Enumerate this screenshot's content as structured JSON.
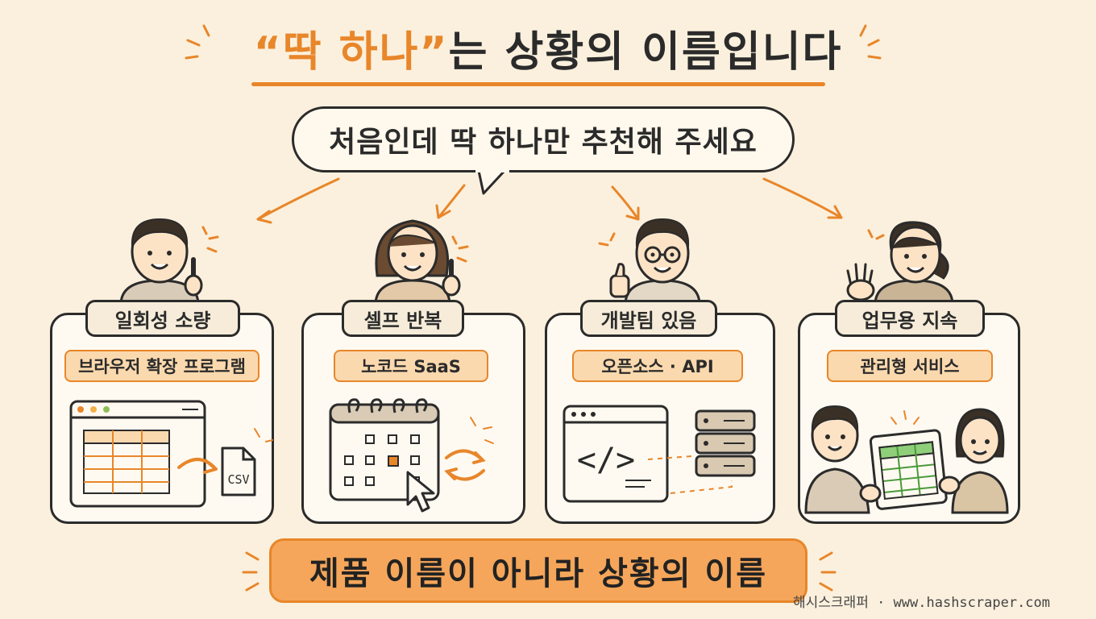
{
  "title": {
    "quote_open": "“",
    "accent": "딱 하나",
    "quote_close": "”",
    "rest": "는 상황의 이름입니다"
  },
  "bubble": "처음인데 딱 하나만 추천해 주세요",
  "cards": [
    {
      "situation": "일회성 소량",
      "tool": "브라우저 확장 프로그램",
      "file_label": "CSV"
    },
    {
      "situation": "셀프 반복",
      "tool": "노코드 SaaS"
    },
    {
      "situation": "개발팀 있음",
      "tool": "오픈소스 · API",
      "code_label": "</>"
    },
    {
      "situation": "업무용 지속",
      "tool": "관리형 서비스"
    }
  ],
  "banner": "제품 이름이 아니라 상황의 이름",
  "footer": "해시스크래퍼 · www.hashscraper.com",
  "colors": {
    "accent": "#e8862a",
    "accent_light": "#fbd9ae",
    "banner": "#f5a65a",
    "background": "#fbf0dd",
    "ink": "#2b2b2b",
    "sheet_green": "#8fcf7a"
  }
}
